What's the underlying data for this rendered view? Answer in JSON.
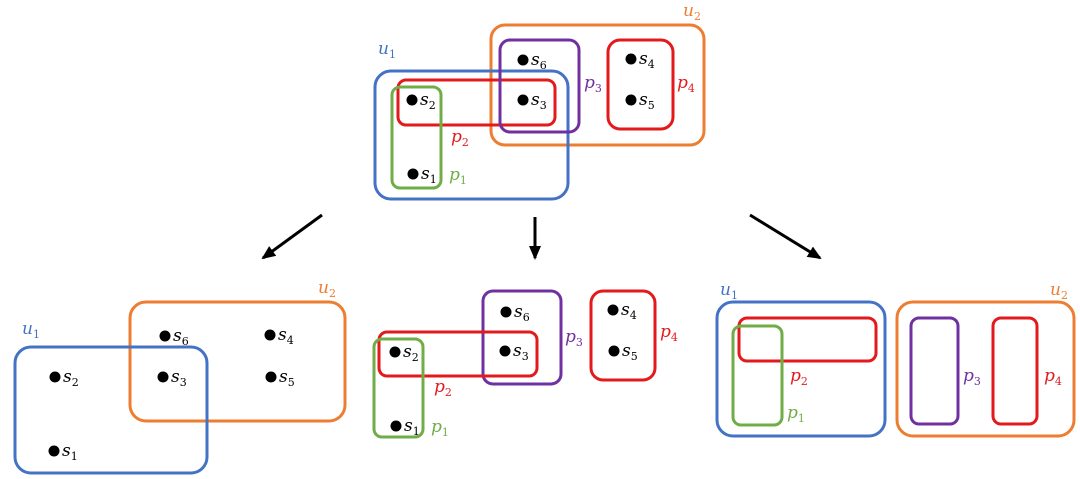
{
  "colors": {
    "u1": "#4472C4",
    "u2": "#ED7D31",
    "p1": "#70AD47",
    "p2": "#E31A1C",
    "p3": "#7030A0",
    "p4": "#E31A1C",
    "dot": "#000000",
    "arrow": "#000000"
  },
  "labels": {
    "u1": {
      "base": "u",
      "sub": "1"
    },
    "u2": {
      "base": "u",
      "sub": "2"
    },
    "p1": {
      "base": "p",
      "sub": "1"
    },
    "p2": {
      "base": "p",
      "sub": "2"
    },
    "p3": {
      "base": "p",
      "sub": "3"
    },
    "p4": {
      "base": "p",
      "sub": "4"
    },
    "s1": {
      "base": "s",
      "sub": "1"
    },
    "s2": {
      "base": "s",
      "sub": "2"
    },
    "s3": {
      "base": "s",
      "sub": "3"
    },
    "s4": {
      "base": "s",
      "sub": "4"
    },
    "s5": {
      "base": "s",
      "sub": "5"
    },
    "s6": {
      "base": "s",
      "sub": "6"
    }
  },
  "panels": [
    {
      "name": "combined",
      "sets": [
        "u1",
        "u2",
        "p1",
        "p2",
        "p3",
        "p4"
      ],
      "elements": [
        "s1",
        "s2",
        "s3",
        "s4",
        "s5",
        "s6"
      ]
    },
    {
      "name": "user-view",
      "sets": [
        "u1",
        "u2"
      ],
      "elements": [
        "s1",
        "s2",
        "s3",
        "s4",
        "s5",
        "s6"
      ]
    },
    {
      "name": "partition-view",
      "sets": [
        "p1",
        "p2",
        "p3",
        "p4"
      ],
      "elements": [
        "s1",
        "s2",
        "s3",
        "s4",
        "s5",
        "s6"
      ]
    },
    {
      "name": "nested-view",
      "sets": [
        "u1",
        "u2",
        "p1",
        "p2",
        "p3",
        "p4"
      ],
      "elements": []
    }
  ],
  "membership": {
    "u1": [
      "s1",
      "s2",
      "s3"
    ],
    "u2": [
      "s3",
      "s4",
      "s5",
      "s6"
    ],
    "p1": [
      "s1",
      "s2"
    ],
    "p2": [
      "s2",
      "s3"
    ],
    "p3": [
      "s3",
      "s6"
    ],
    "p4": [
      "s4",
      "s5"
    ]
  },
  "arrows": [
    "to-user-view",
    "to-partition-view",
    "to-nested-view"
  ]
}
